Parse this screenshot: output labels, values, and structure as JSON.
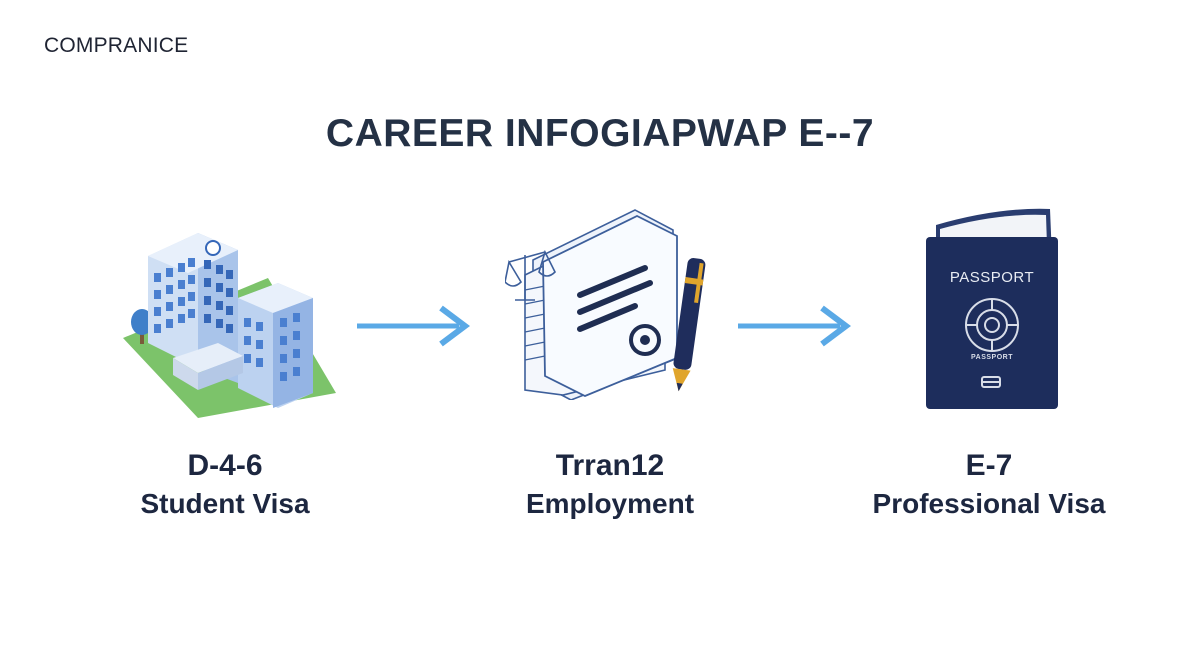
{
  "brand": "COMPRANICE",
  "title": "CAREER INFOGIAPWAP E--7",
  "steps": [
    {
      "code": "D-4-6",
      "name": "Student Visa",
      "icon": "building-icon"
    },
    {
      "code": "Trran12",
      "name": "Employment",
      "icon": "contract-icon"
    },
    {
      "code": "E-7",
      "name": "Professional Visa",
      "icon": "passport-icon"
    }
  ],
  "passport": {
    "label": "PASSPORT",
    "emblem_text": "PASSPORT"
  },
  "colors": {
    "arrow": "#5aa9e6",
    "passport_cover": "#1d2d5c",
    "building_blue": "#4a7fd0",
    "grass": "#7cc36a",
    "text": "#1d2740"
  }
}
